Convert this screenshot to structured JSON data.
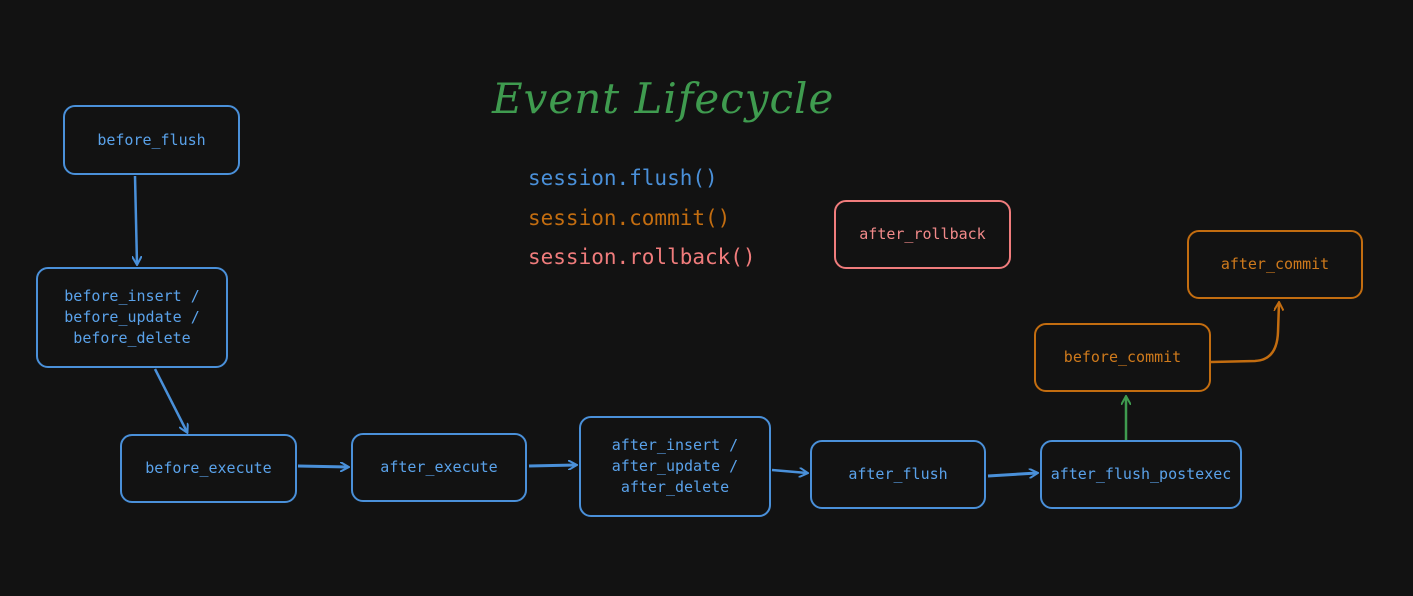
{
  "title": "Event Lifecycle",
  "legend": [
    {
      "label": "session.flush()",
      "color": "#4a90d9"
    },
    {
      "label": "session.commit()",
      "color": "#c36d10"
    },
    {
      "label": "session.rollback()",
      "color": "#f07c7c"
    }
  ],
  "nodes": {
    "before_flush": "before_flush",
    "before_insert_update_delete": "before_insert /\nbefore_update /\nbefore_delete",
    "before_execute": "before_execute",
    "after_execute": "after_execute",
    "after_insert_update_delete": "after_insert /\nafter_update /\nafter_delete",
    "after_flush": "after_flush",
    "after_flush_postexec": "after_flush_postexec",
    "before_commit": "before_commit",
    "after_commit": "after_commit",
    "after_rollback": "after_rollback"
  },
  "colors": {
    "background": "#121212",
    "flush": "#4a90d9",
    "commit": "#c36d10",
    "rollback": "#f07c7c",
    "title": "#3f9b4f",
    "transition": "#3f9b4f"
  }
}
